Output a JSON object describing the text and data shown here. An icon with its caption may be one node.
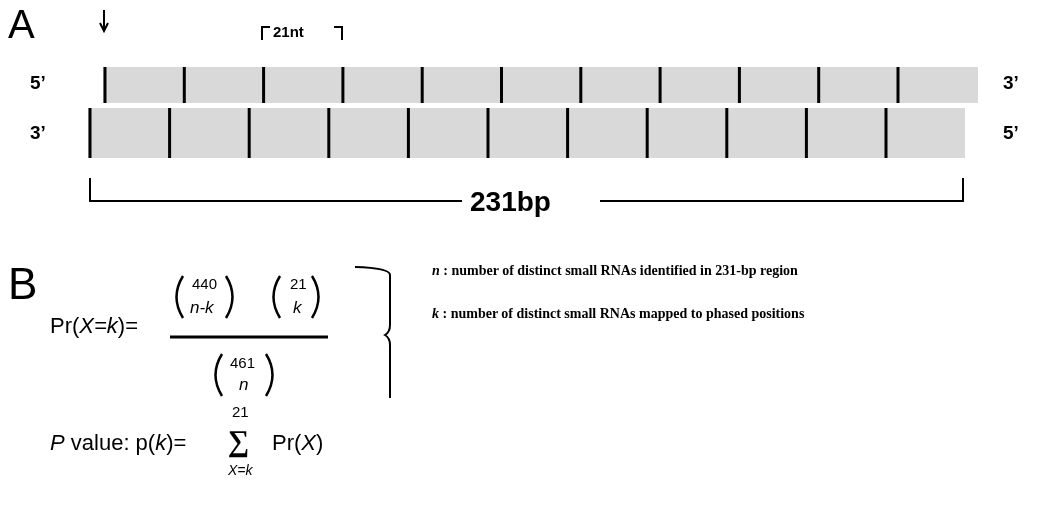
{
  "diagram": {
    "labels": [
      "A",
      "21nt",
      "5’",
      "3’",
      "3’",
      "5’",
      "231bp",
      "B",
      "Pr(*X=k*)=",
      "440",
      "*n-k*",
      "21",
      "*k*",
      "461",
      "*n*",
      "*n* : number of distinct small RNAs identified in 231-bp region",
      "*k* : number of distinct small RNAs mapped to phased positions",
      "21",
      "*P* value: p(*k*)=",
      "∑",
      "Pr(*X*)",
      "*X=k*"
    ]
  }
}
